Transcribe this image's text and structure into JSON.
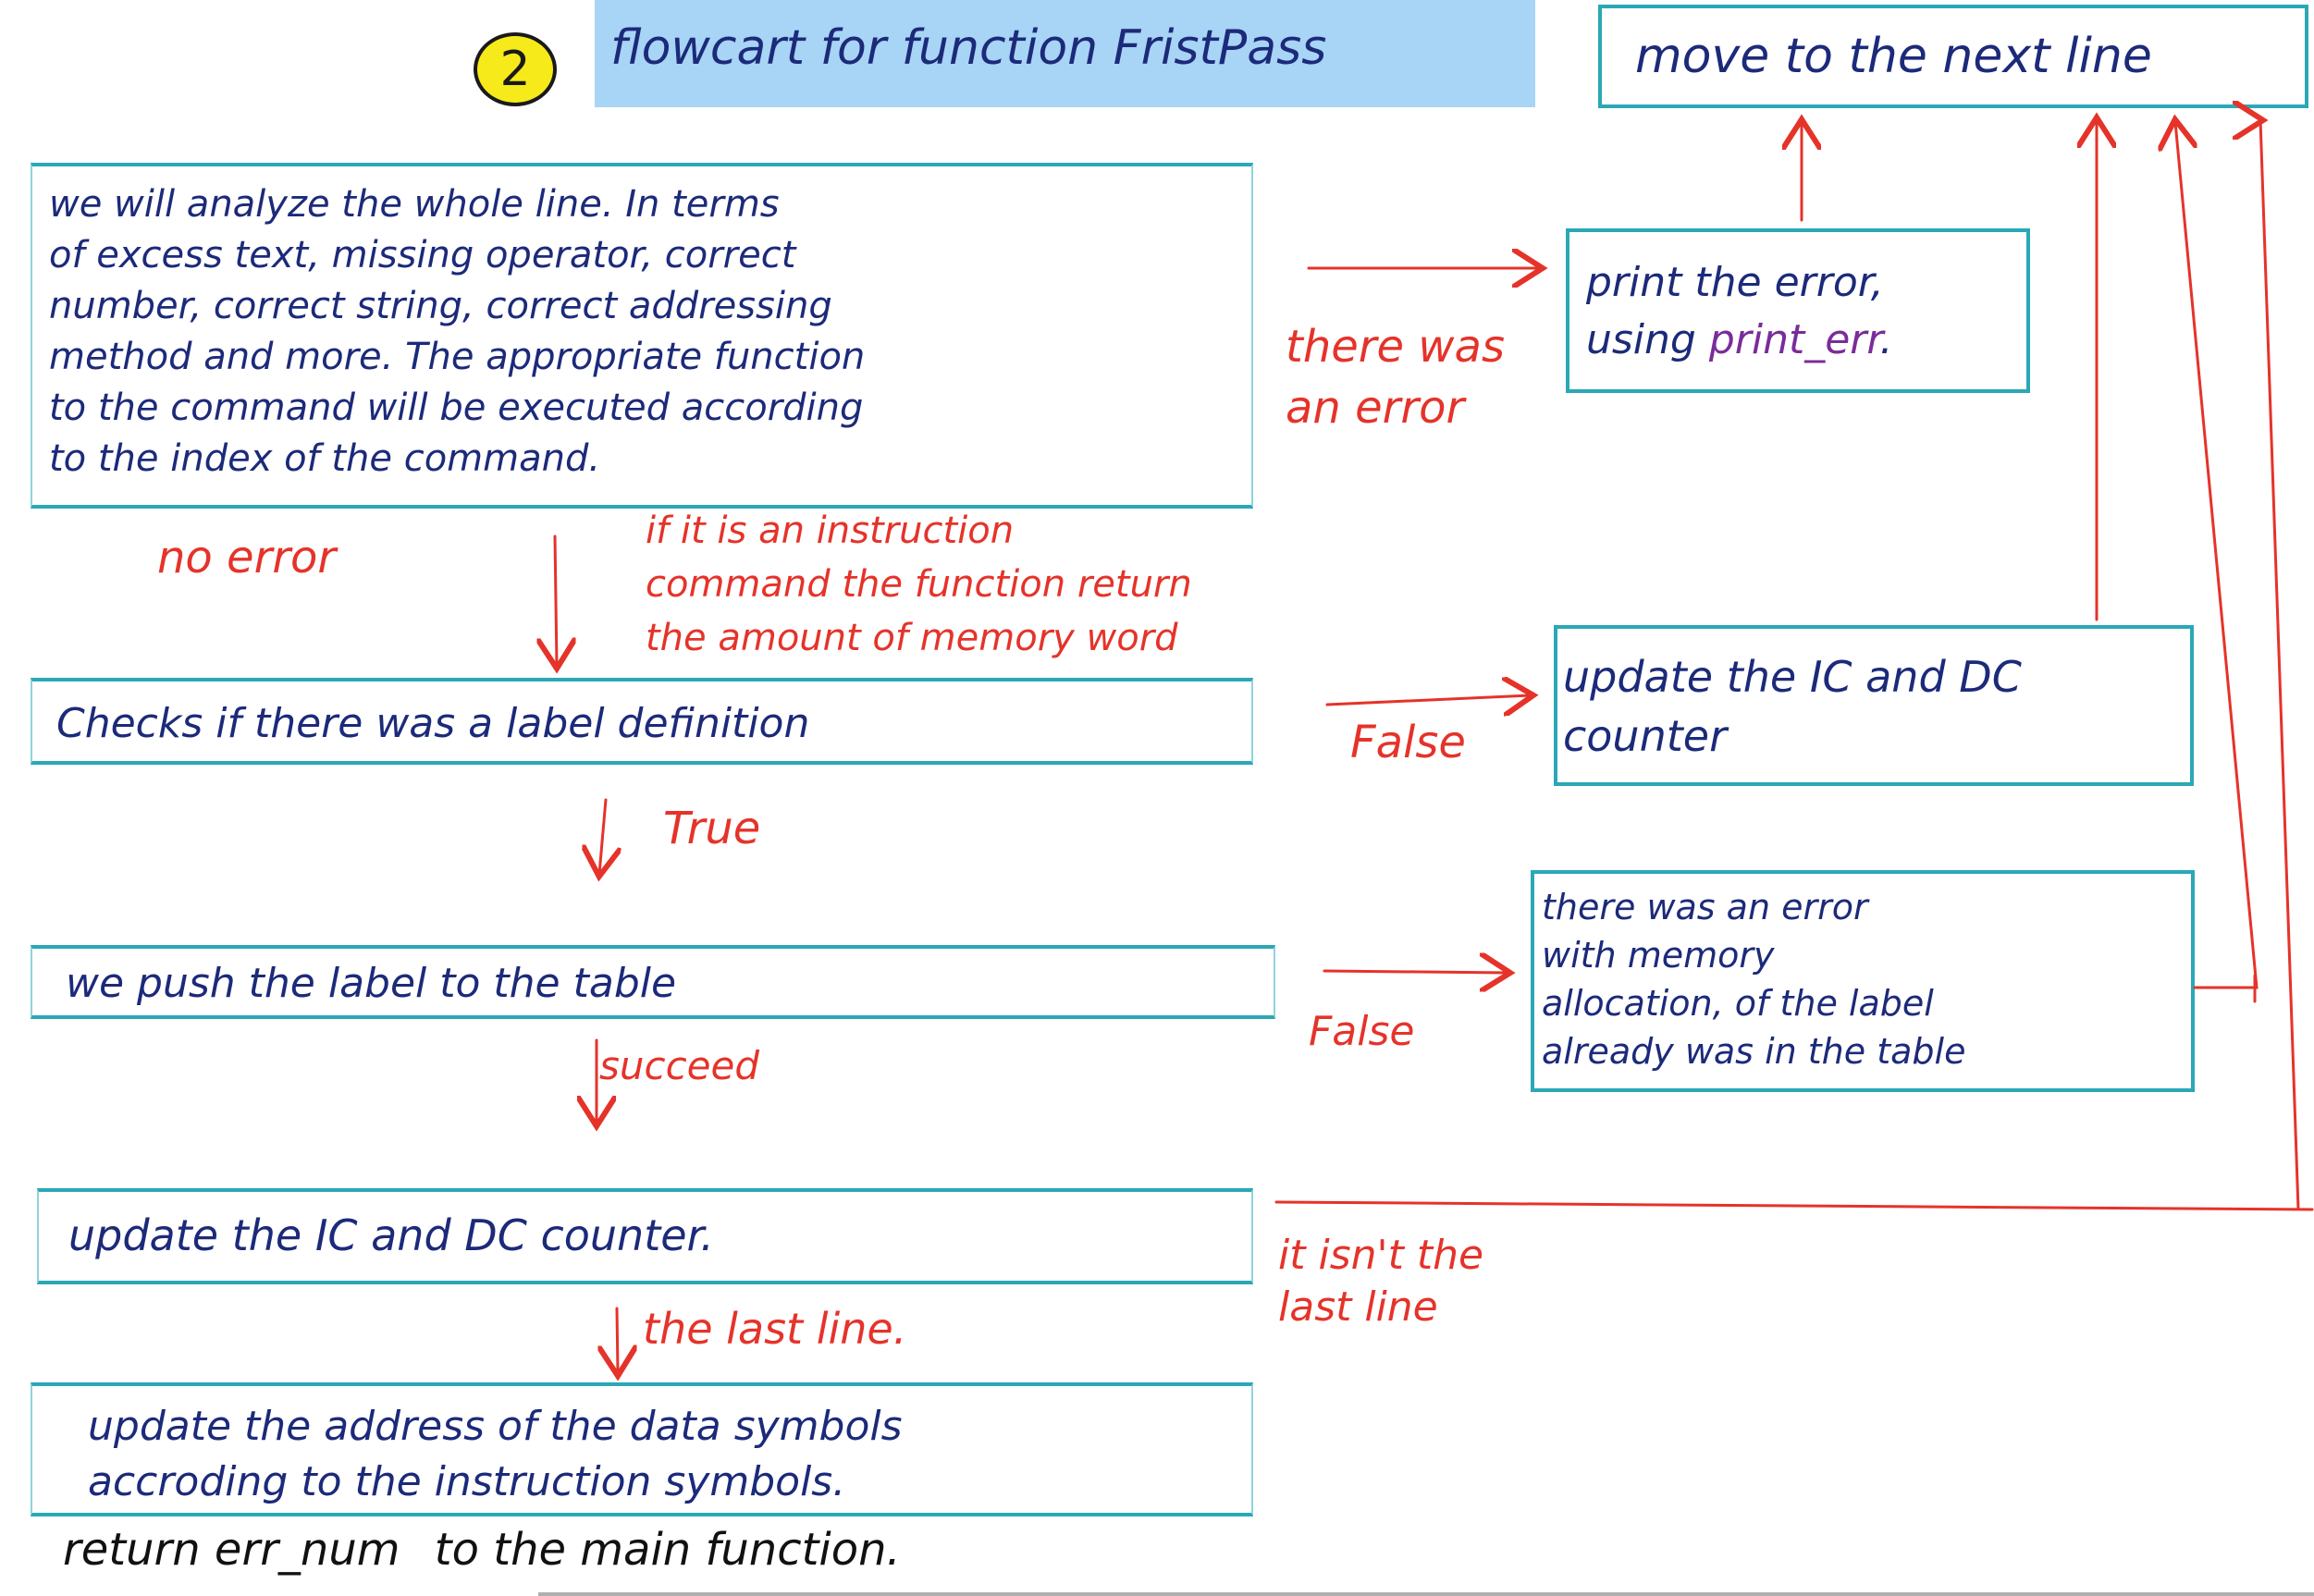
{
  "title": {
    "number": "2",
    "text": "flowcart for function FristPass"
  },
  "boxes": {
    "move_next": "move to the next line",
    "analyze": "we will analyze the whole line. In terms\nof excess text, missing operator, correct\nnumber, correct string, correct addressing\nmethod and more. The appropriate function\nto the command will be executed according\nto the index of the command.",
    "print_error_prefix": "print the error,\nusing ",
    "print_error_fn": "print_err",
    "print_error_suffix": ".",
    "check_label": "Checks if there was a label definition",
    "update_ic_dc_right": "update the IC and DC\ncounter",
    "push_label": "we push the label to the table",
    "memory_error": "there was an error\nwith memory\nallocation, of the label\nalready was in the table",
    "update_ic_dc": "update the IC and DC counter.",
    "update_address": "update the address of the data symbols\naccroding to the instruction symbols."
  },
  "labels": {
    "there_was_error": "there was\nan error",
    "no_error": "no error",
    "instruction_note": "if it is an instruction\ncommand the function return\nthe amount of memory word",
    "false_1": "False",
    "true": "True",
    "false_2": "False",
    "succeed": "succeed",
    "not_last_line": "it isn't the\nlast line",
    "last_line": "the last line."
  },
  "footer": {
    "return_prefix": "return err_num",
    "return_suffix": "to the main function."
  },
  "colors": {
    "box_border": "#2aa8b6",
    "text": "#1c2a7a",
    "arrow": "#e5332a",
    "title_bg": "#a8d4f5",
    "badge": "#f7ea1a",
    "fn_name": "#7a2c9a"
  }
}
